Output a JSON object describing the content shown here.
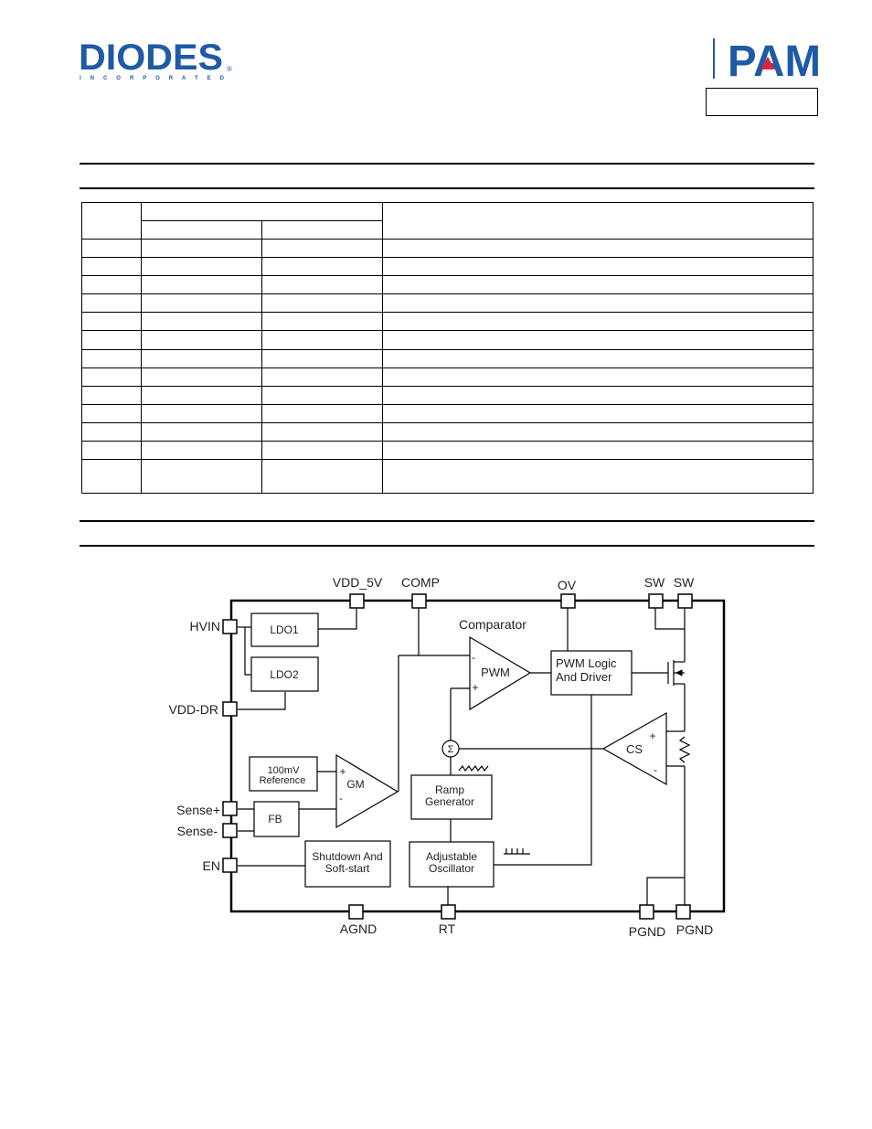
{
  "header": {
    "brand_left": "DIODES",
    "brand_left_sub": "I N C O R P O R A T E D",
    "brand_left_reg": "®",
    "brand_right": "PAM",
    "part_number": ""
  },
  "pin_table": {
    "rows": 13
  },
  "block_diagram": {
    "pins_top": {
      "vdd5v": "VDD_5V",
      "comp": "COMP",
      "ov": "OV",
      "sw1": "SW",
      "sw2": "SW"
    },
    "pins_left": {
      "hvin": "HVIN",
      "vdddr": "VDD-DR",
      "sense_plus": "Sense+",
      "sense_minus": "Sense-",
      "en": "EN"
    },
    "pins_bottom": {
      "agnd": "AGND",
      "rt": "RT",
      "pgnd1": "PGND",
      "pgnd2": "PGND"
    },
    "blocks": {
      "ldo1": "LDO1",
      "ldo2": "LDO2",
      "ref_line1": "100mV",
      "ref_line2": "Reference",
      "fb": "FB",
      "gm": "GM",
      "comparator": "Comparator",
      "pwm": "PWM",
      "pwm_logic_line1": "PWM Logic",
      "pwm_logic_line2": "And Driver",
      "ramp_line1": "Ramp",
      "ramp_line2": "Generator",
      "osc_line1": "Adjustable",
      "osc_line2": "Oscillator",
      "shutdown_line1": "Shutdown And",
      "shutdown_line2": "Soft-start",
      "cs": "CS",
      "sum": "Σ",
      "plus": "+",
      "minus": "-"
    }
  }
}
